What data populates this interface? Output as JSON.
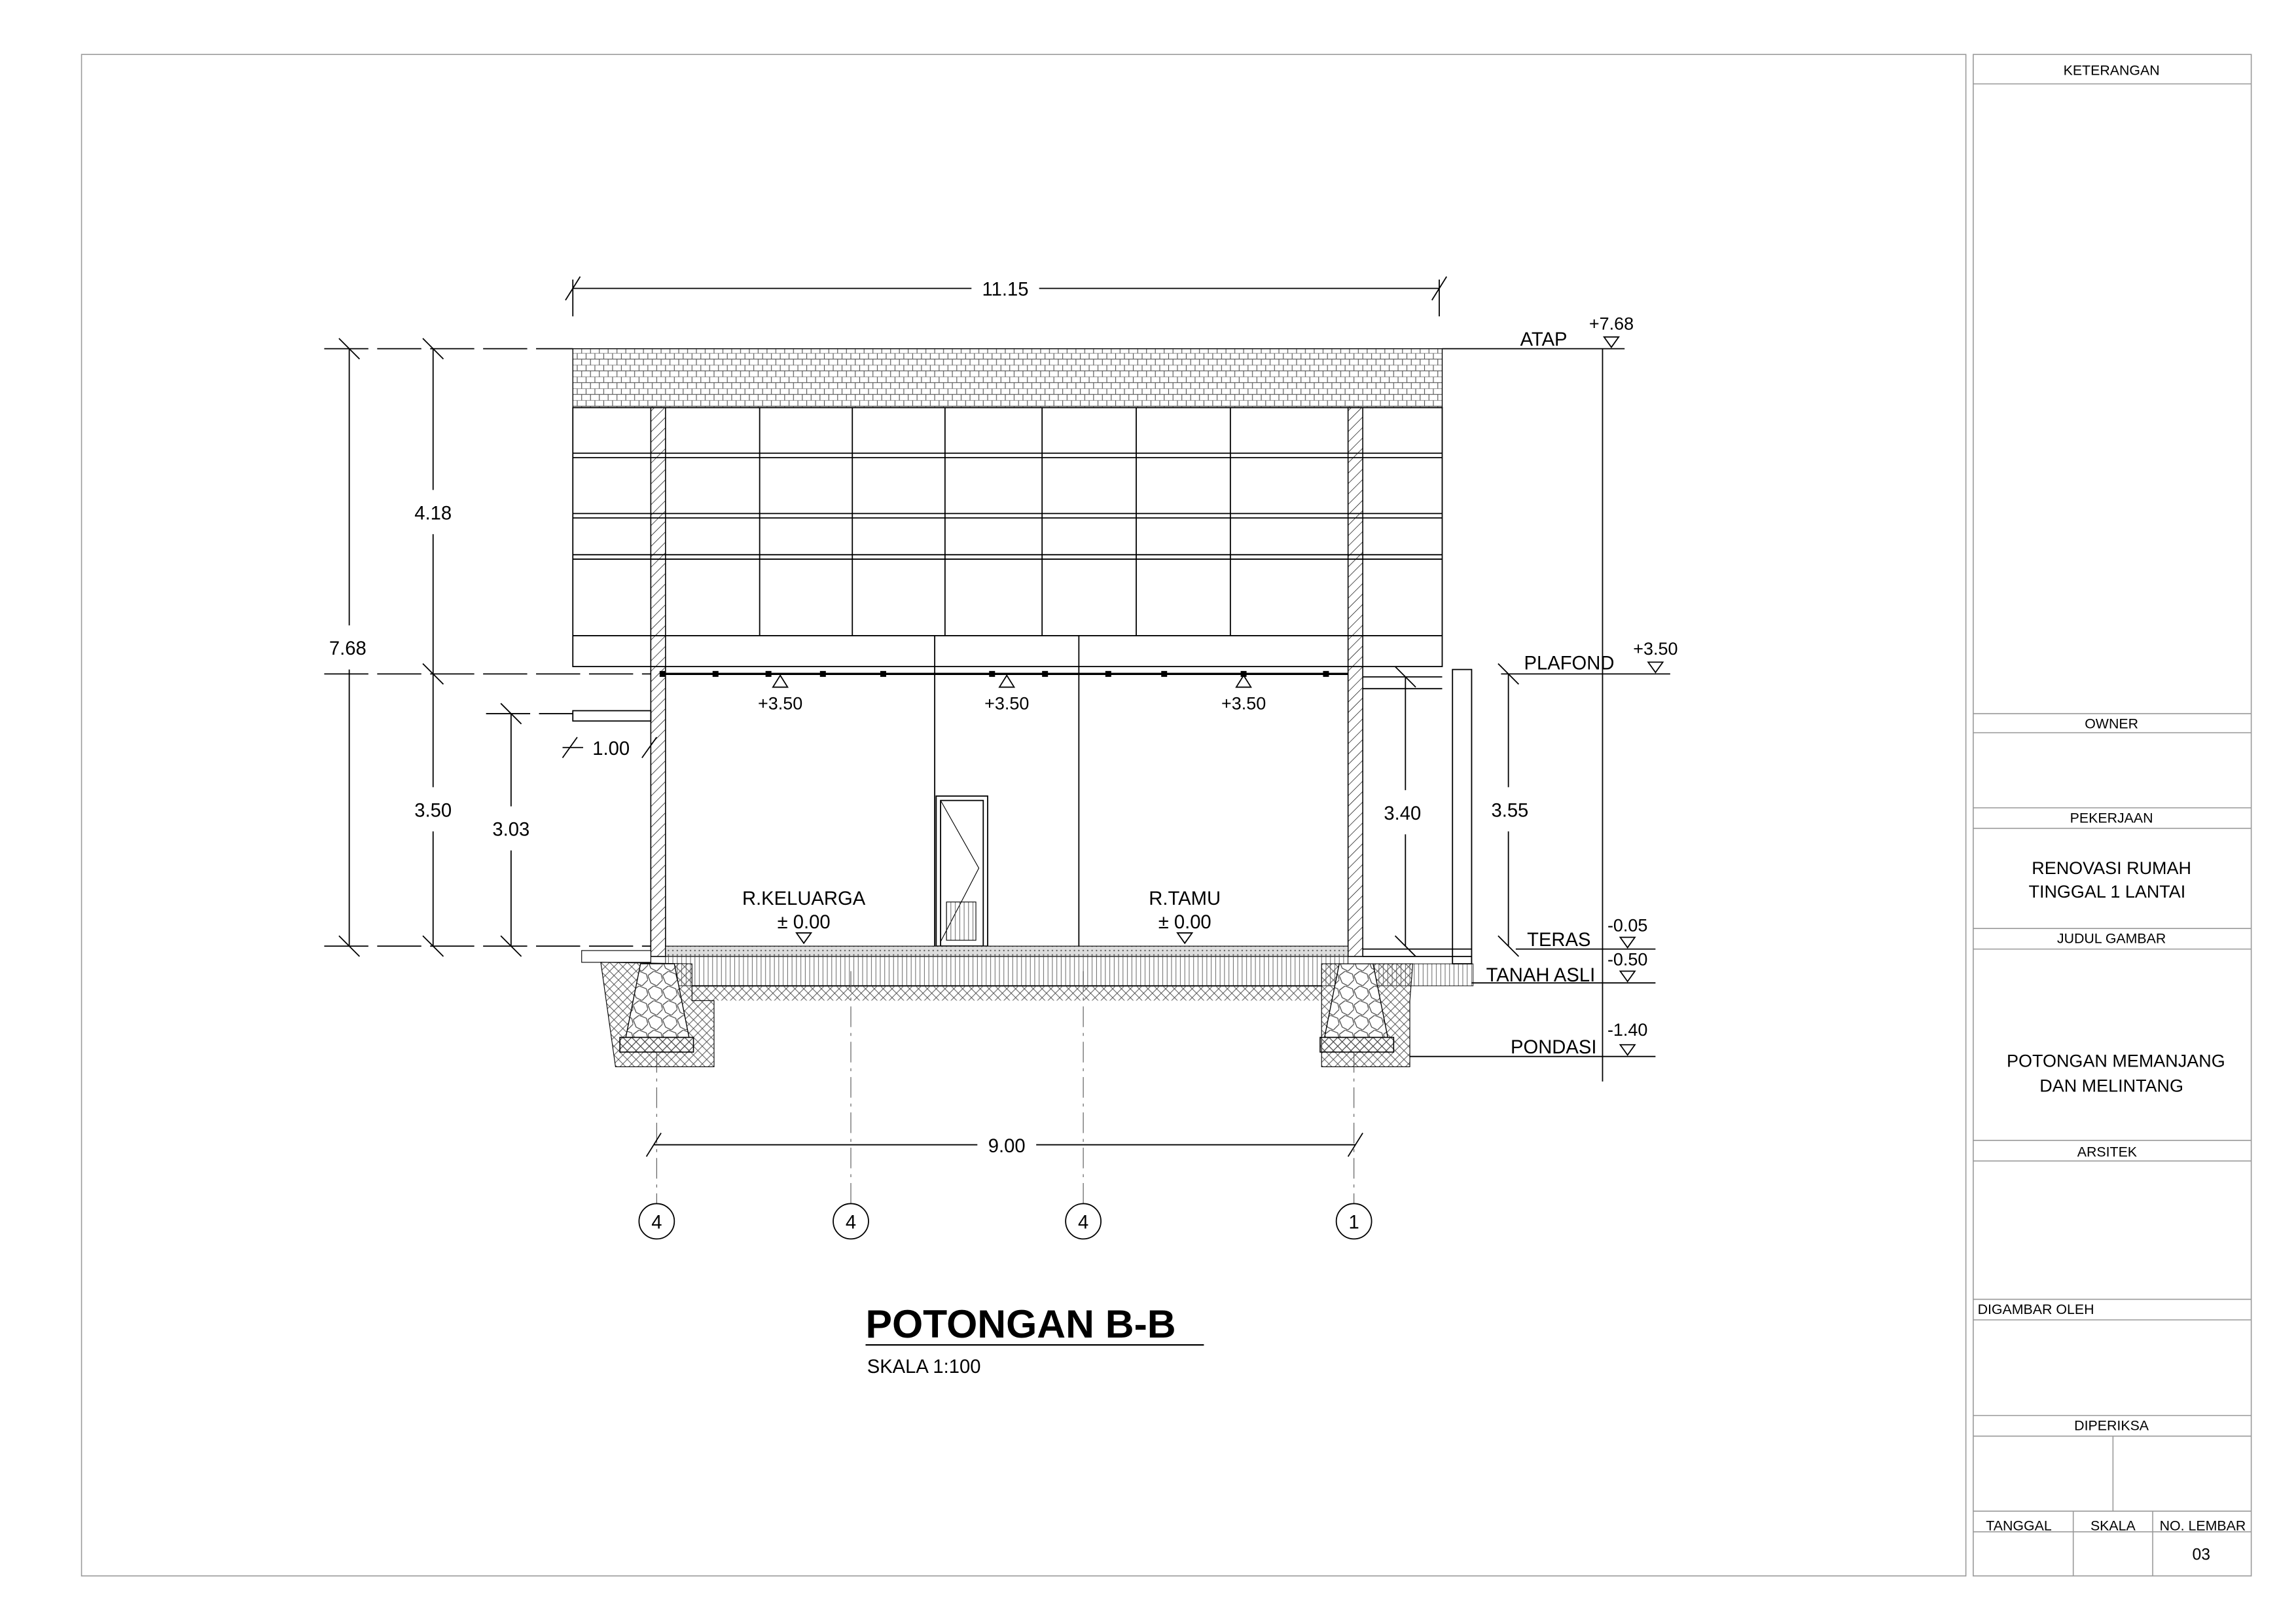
{
  "drawing": {
    "title": "POTONGAN B-B",
    "scale": "SKALA 1:100",
    "dimensions": {
      "overall_width": "11.15",
      "total_height": "7.68",
      "roof_height": "4.18",
      "floor_height": "3.50",
      "window_height": "3.03",
      "sill": "1.00",
      "terrace_height": "3.40",
      "terrace_total": "3.55",
      "axis_width": "9.00"
    },
    "levels": [
      {
        "name": "ATAP",
        "value": "+7.68"
      },
      {
        "name": "PLAFOND",
        "value": "+3.50"
      },
      {
        "name": "TERAS",
        "value": "-0.05"
      },
      {
        "name": "TANAH ASLI",
        "value": "-0.50"
      },
      {
        "name": "PONDASI",
        "value": "-1.40"
      }
    ],
    "ceiling_marks": [
      "+3.50",
      "+3.50",
      "+3.50"
    ],
    "rooms": [
      {
        "name": "R.KELUARGA",
        "level": "± 0.00"
      },
      {
        "name": "R.TAMU",
        "level": "± 0.00"
      }
    ],
    "grid_axes": [
      "4",
      "4",
      "4",
      "1"
    ]
  },
  "title_block": {
    "keterangan": "KETERANGAN",
    "owner": "OWNER",
    "pekerjaan": "PEKERJAAN",
    "pekerjaan_line1": "RENOVASI RUMAH",
    "pekerjaan_line2": "TINGGAL 1 LANTAI",
    "judul_gambar": "JUDUL GAMBAR",
    "judul_line1": "POTONGAN MEMANJANG",
    "judul_line2": "DAN MELINTANG",
    "arsitek": "ARSITEK",
    "digambar_oleh": "DIGAMBAR OLEH",
    "diperiksa": "DIPERIKSA",
    "tanggal": "TANGGAL",
    "skala": "SKALA",
    "no_lembar": "NO. LEMBAR",
    "no_lembar_value": "03"
  }
}
